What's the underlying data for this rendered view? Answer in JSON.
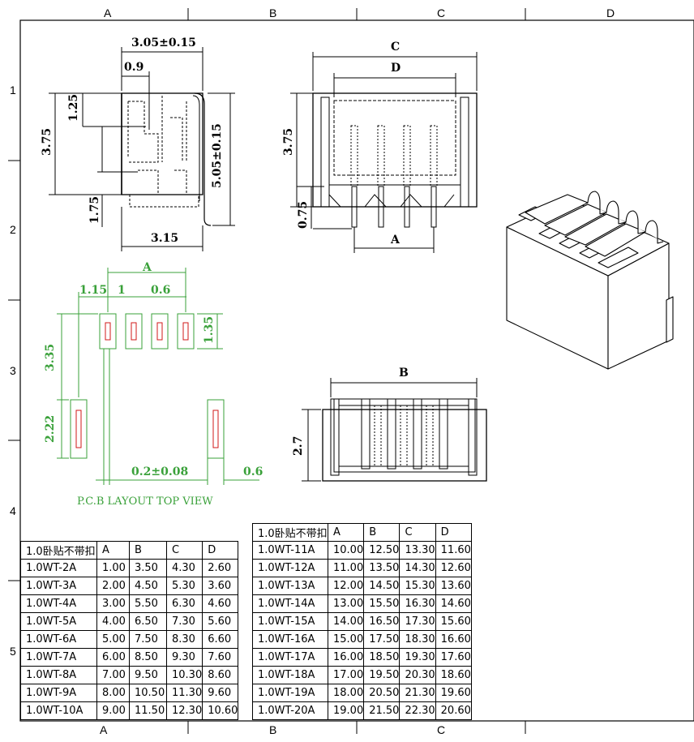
{
  "zones": {
    "top": [
      "A",
      "B",
      "C",
      "D"
    ],
    "bottom": [
      "A",
      "B",
      "C"
    ],
    "left": [
      "1",
      "2",
      "3",
      "4",
      "5"
    ]
  },
  "side_view": {
    "width_tol": "3.05±0.15",
    "offset": "0.9",
    "upper": "1.25",
    "height": "3.75",
    "lower": "1.75",
    "total_tol": "5.05±0.15",
    "base": "3.15"
  },
  "front_view": {
    "dim_c": "C",
    "dim_d": "D",
    "height": "3.75",
    "pin": "0.75",
    "dim_a": "A"
  },
  "pcb_layout": {
    "dim_a": "A",
    "pad_edge": "1.15",
    "pitch": "1",
    "pad_w": "0.6",
    "pad_h": "1.35",
    "vert_gap": "3.35",
    "mount_h": "2.22",
    "slot": "0.2±0.08",
    "mount_w": "0.6",
    "caption": "P.C.B LAYOUT TOP VIEW"
  },
  "top_view": {
    "dim_b": "B",
    "depth": "2.7"
  },
  "tables": {
    "left": {
      "header": [
        "1.0卧贴不带扣",
        "A",
        "B",
        "C",
        "D"
      ],
      "rows": [
        [
          "1.0WT-2A",
          "1.00",
          "3.50",
          "4.30",
          "2.60"
        ],
        [
          "1.0WT-3A",
          "2.00",
          "4.50",
          "5.30",
          "3.60"
        ],
        [
          "1.0WT-4A",
          "3.00",
          "5.50",
          "6.30",
          "4.60"
        ],
        [
          "1.0WT-5A",
          "4.00",
          "6.50",
          "7.30",
          "5.60"
        ],
        [
          "1.0WT-6A",
          "5.00",
          "7.50",
          "8.30",
          "6.60"
        ],
        [
          "1.0WT-7A",
          "6.00",
          "8.50",
          "9.30",
          "7.60"
        ],
        [
          "1.0WT-8A",
          "7.00",
          "9.50",
          "10.30",
          "8.60"
        ],
        [
          "1.0WT-9A",
          "8.00",
          "10.50",
          "11.30",
          "9.60"
        ],
        [
          "1.0WT-10A",
          "9.00",
          "11.50",
          "12.30",
          "10.60"
        ]
      ]
    },
    "right": {
      "header": [
        "1.0卧贴不带扣",
        "A",
        "B",
        "C",
        "D"
      ],
      "rows": [
        [
          "1.0WT-11A",
          "10.00",
          "12.50",
          "13.30",
          "11.60"
        ],
        [
          "1.0WT-12A",
          "11.00",
          "13.50",
          "14.30",
          "12.60"
        ],
        [
          "1.0WT-13A",
          "12.00",
          "14.50",
          "15.30",
          "13.60"
        ],
        [
          "1.0WT-14A",
          "13.00",
          "15.50",
          "16.30",
          "14.60"
        ],
        [
          "1.0WT-15A",
          "14.00",
          "16.50",
          "17.30",
          "15.60"
        ],
        [
          "1.0WT-16A",
          "15.00",
          "17.50",
          "18.30",
          "16.60"
        ],
        [
          "1.0WT-17A",
          "16.00",
          "18.50",
          "19.30",
          "17.60"
        ],
        [
          "1.0WT-18A",
          "17.00",
          "19.50",
          "20.30",
          "18.60"
        ],
        [
          "1.0WT-19A",
          "18.00",
          "20.50",
          "21.30",
          "19.60"
        ],
        [
          "1.0WT-20A",
          "19.00",
          "21.50",
          "22.30",
          "20.60"
        ]
      ]
    }
  },
  "colors": {
    "line": "#000000",
    "pcb": "#3aa13a",
    "pad_red": "#d01a1a"
  }
}
